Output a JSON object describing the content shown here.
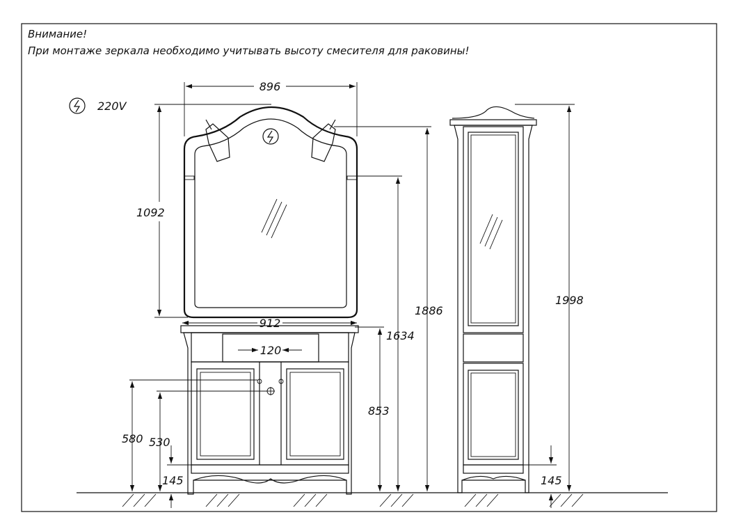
{
  "notes": {
    "warning_title": "Внимание!",
    "warning_text": "При монтаже зеркала необходимо учитывать высоту смесителя для раковины!"
  },
  "power": {
    "label": "220V",
    "icon": "lightning-icon"
  },
  "dimensions": {
    "mirror_width": "896",
    "mirror_height": "1092",
    "vanity_width": "912",
    "faucet_spacing": "120",
    "mirror_bottom_height": "1634",
    "lamp_height": "1886",
    "vanity_height": "853",
    "hot_water_height": "580",
    "cold_water_height": "530",
    "vanity_leg_height": "145",
    "cabinet_leg_height": "145",
    "cabinet_height": "1998"
  },
  "colors": {
    "line": "#111111",
    "background": "#ffffff"
  }
}
